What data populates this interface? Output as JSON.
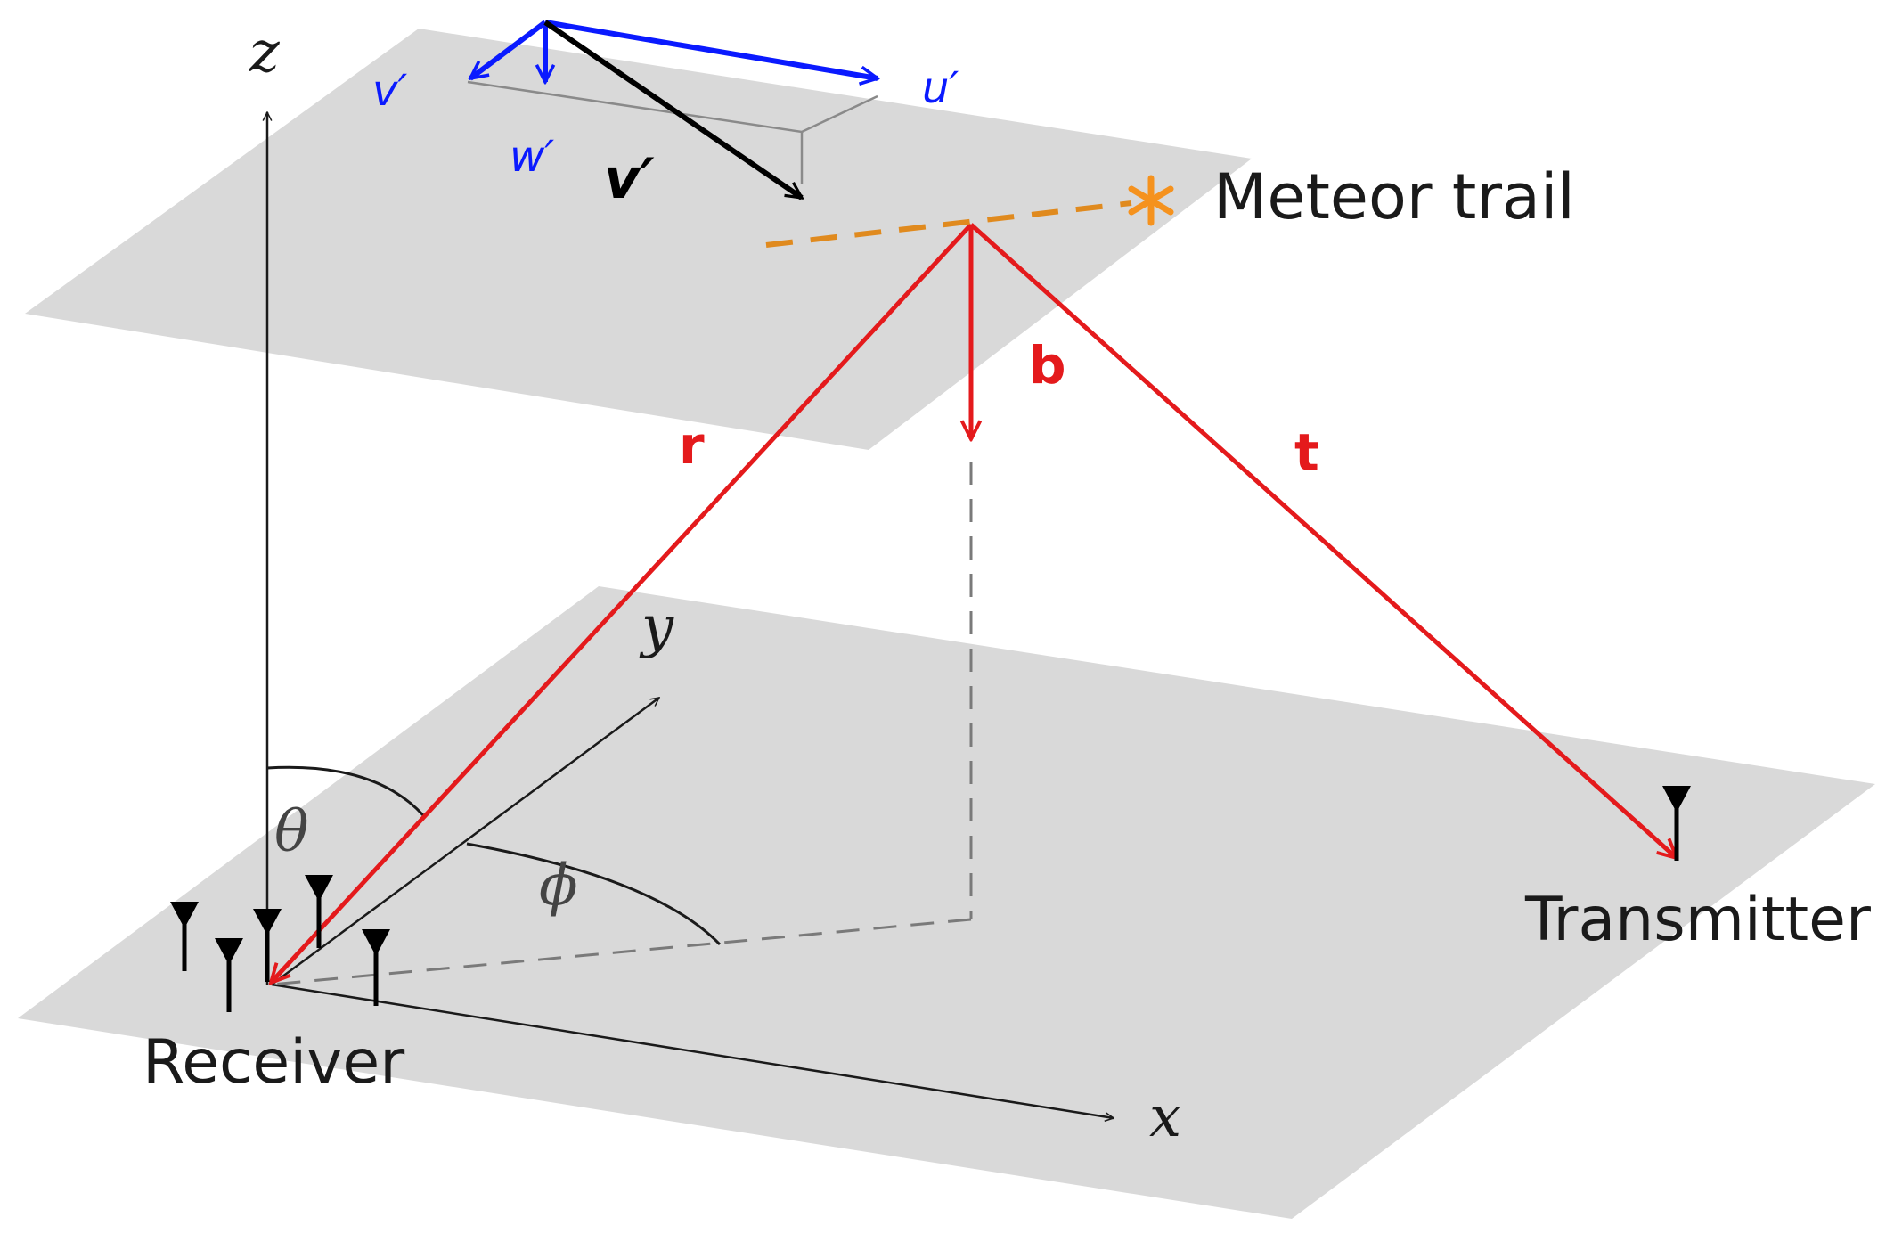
{
  "colors": {
    "plane": "#d9d9d9",
    "axis": "#1a1a1a",
    "geometry": "#e41a1c",
    "velocity": "#0a1aff",
    "trail": "#e08a1e",
    "dashed": "#7a7a7a"
  },
  "labels": {
    "z": "z",
    "x": "x",
    "y": "y",
    "theta": "θ",
    "phi": "ϕ",
    "receiver": "Receiver",
    "transmitter": "Transmitter",
    "meteor_trail": "Meteor trail",
    "r": "r",
    "b": "b",
    "t": "t",
    "u_prime": "u′",
    "v_prime_small": "v′",
    "w_prime": "w′",
    "v_prime_bold": "v′"
  },
  "icons": {
    "antenna": "antenna-icon",
    "trail_marker": "asterisk-icon"
  }
}
